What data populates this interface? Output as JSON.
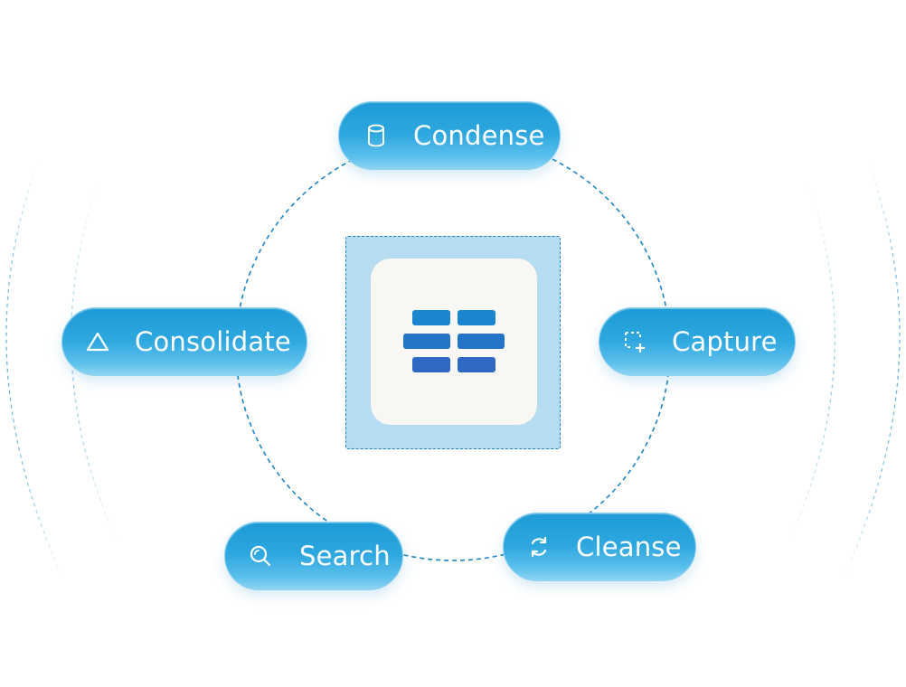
{
  "diagram": {
    "hub": {
      "icon": "table-grid-icon",
      "accent_colors": [
        "#1a86d0",
        "#2f69c4"
      ]
    },
    "nodes": [
      {
        "id": "condense",
        "label": "Condense",
        "icon": "database-icon"
      },
      {
        "id": "consolidate",
        "label": "Consolidate",
        "icon": "triangle-icon"
      },
      {
        "id": "capture",
        "label": "Capture",
        "icon": "selection-add-icon"
      },
      {
        "id": "search",
        "label": "Search",
        "icon": "search-icon"
      },
      {
        "id": "cleanse",
        "label": "Cleanse",
        "icon": "refresh-icon"
      }
    ],
    "colors": {
      "pill_top": "#1d9bd6",
      "pill_bottom": "#8fd5f3",
      "ring": "#1a86c8",
      "hub_frame": "#b6dcf2",
      "hub_card": "#f9f7f4"
    }
  }
}
